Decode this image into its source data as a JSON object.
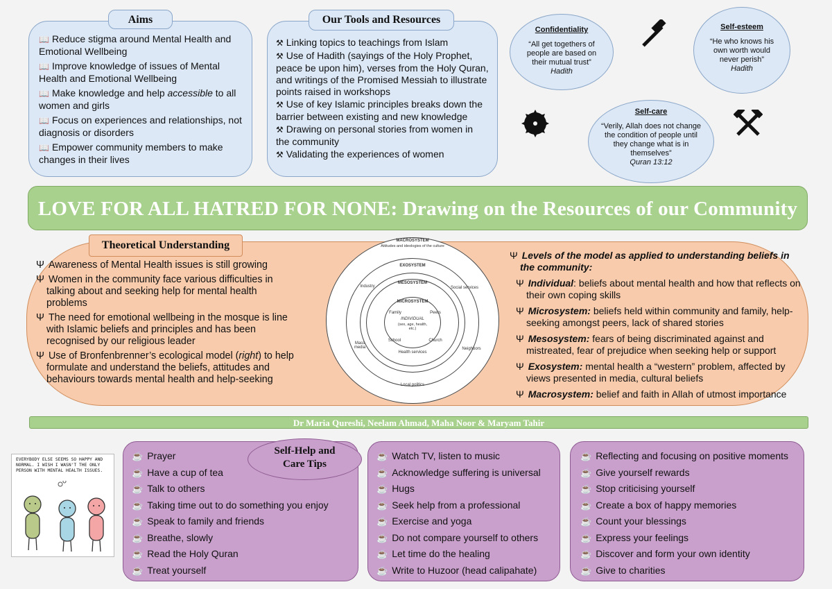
{
  "aims": {
    "title": "Aims",
    "items": [
      "Reduce stigma around Mental Health and Emotional Wellbeing",
      "Improve knowledge of issues of Mental Health and Emotional Wellbeing",
      "Make knowledge and help accessible to all women and girls",
      "Focus on experiences and relationships, not diagnosis or disorders",
      "Empower community members to make changes in their lives"
    ],
    "item3_pre": "Make knowledge and help ",
    "item3_em": "accessible",
    "item3_post": " to all women and girls"
  },
  "tools": {
    "title": "Our Tools and Resources",
    "items": [
      "Linking topics to teachings from Islam",
      "Use of Hadith (sayings of the Holy Prophet, peace be upon him), verses from the Holy Quran, and writings of the Promised Messiah to illustrate points raised in workshops",
      "Use of key Islamic principles breaks down the barrier between existing and new knowledge",
      "Drawing on personal stories from women in the community",
      "Validating the experiences of women"
    ]
  },
  "quotes": {
    "confidentiality": {
      "heading": "Confidentiality",
      "text": "“All get togethers of people are based on their mutual trust”",
      "source": "Hadith"
    },
    "self_esteem": {
      "heading": "Self-esteem",
      "text": "“He who knows his own worth would never perish”",
      "source": "Hadith"
    },
    "self_care": {
      "heading": "Self-care",
      "text": "“Verily, Allah does not change the condition of people until they change what is in themselves”",
      "source": "Quran 13:12"
    }
  },
  "banner": {
    "title": "LOVE FOR ALL HATRED FOR NONE: Drawing on the Resources of our Community"
  },
  "theory": {
    "title": "Theoretical Understanding",
    "items": [
      "Awareness of Mental Health issues is still growing",
      "Women in the community face various difficulties in talking about and seeking help for mental health problems",
      "The need for emotional wellbeing in the mosque is line with Islamic beliefs and principles and has been recognised by our religious leader"
    ],
    "item4_pre": "Use of Bronfenbrenner’s ecological model (",
    "item4_em": "right",
    "item4_post": ") to help formulate and understand the beliefs, attitudes and behaviours towards mental health and help-seeking"
  },
  "levels": {
    "heading": "Levels of  the model as applied to understanding beliefs in the community:",
    "items": [
      {
        "term": "Individual",
        "sep": ": ",
        "text": "beliefs about mental health and how that reflects on their own coping skills"
      },
      {
        "term": "Microsystem:",
        "sep": " ",
        "text": "beliefs held within community and family, help-seeking amongst peers, lack of shared stories"
      },
      {
        "term": "Mesosystem:",
        "sep": " ",
        "text": "fears of being discriminated against and mistreated, fear of prejudice when seeking help or support"
      },
      {
        "term": "Exosystem:",
        "sep": " ",
        "text": "mental health a “western” problem, affected by views presented in media, cultural beliefs"
      },
      {
        "term": "Macrosystem:",
        "sep": " ",
        "text": "belief and faith in Allah of utmost importance"
      }
    ]
  },
  "model": {
    "macro": "MACROSYSTEM",
    "macro_sub": "Attitudes and ideologies of the culture",
    "exo": "EXOSYSTEM",
    "meso": "MESOSYSTEM",
    "micro": "MICROSYSTEM",
    "individual": "INDIVIDUAL",
    "individual_sub": "(sex, age, health, etc.)",
    "labels": {
      "family": "Family",
      "peers": "Peers",
      "school": "School",
      "church": "Church",
      "health": "Health services",
      "industry": "Industry",
      "social": "Social services",
      "mass": "Mass media",
      "neighbors": "Neighbors",
      "local": "Local politics"
    }
  },
  "authors": "Dr Maria Qureshi, Neelam Ahmad, Maha Noor & Maryam Tahir",
  "comic": {
    "text": "EVERYBODY ELSE SEEMS SO HAPPY AND NORMAL. I WISH I WASN'T THE ONLY PERSON WITH MENTAL HEALTH ISSUES."
  },
  "selfhelp": {
    "title": "Self-Help and Care Tips",
    "col1": [
      "Prayer",
      "Have a cup of tea",
      "Talk to others",
      "Taking time out to do something you enjoy",
      "Speak to family and friends",
      "Breathe, slowly",
      "Read the Holy Quran",
      "Treat yourself"
    ],
    "col2": [
      "Watch TV, listen to music",
      "Acknowledge suffering is universal",
      "Hugs",
      "Seek help from a professional",
      "Exercise and yoga",
      "Do not compare yourself to others",
      "Let time do the healing",
      "Write to Huzoor (head calipahate)"
    ],
    "col3": [
      "Reflecting and focusing on positive moments",
      "Give yourself rewards",
      "Stop criticising yourself",
      "Create a box of happy memories",
      "Count your blessings",
      "Express your feelings",
      "Discover and form your own identity",
      "Give to charities"
    ]
  },
  "icons": {
    "book": "book-icon",
    "tools": "hammer-pick-icon",
    "psi": "psi-icon",
    "cup": "coffee-cup-icon",
    "hammer": "hammer-icon",
    "saw": "saw-blade-icon",
    "crossed": "crossed-hammers-icon"
  },
  "colors": {
    "blue": "#dce8f6",
    "green": "#a9d18e",
    "orange": "#f7cbac",
    "purple": "#c9a0cc"
  }
}
